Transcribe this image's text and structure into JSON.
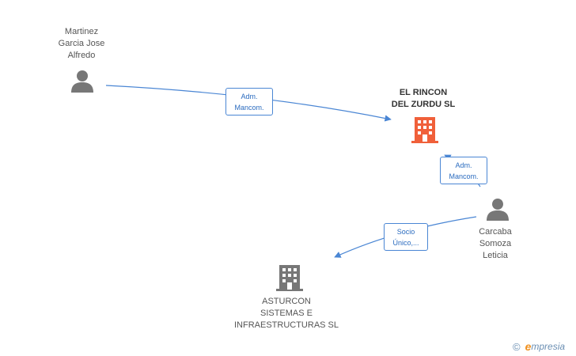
{
  "nodes": {
    "martinez": {
      "label": "Martinez\nGarcia Jose\nAlfredo",
      "icon": "person-icon",
      "color": "#777777"
    },
    "rincon": {
      "label": "EL RINCON\nDEL ZURDU SL",
      "icon": "building-icon",
      "color": "#f0603a"
    },
    "carcaba": {
      "label": "Carcaba\nSomoza\nLeticia",
      "icon": "person-icon",
      "color": "#777777"
    },
    "asturcon": {
      "label": "ASTURCON\nSISTEMAS E\nINFRAESTRUCTURAS SL",
      "icon": "building-icon",
      "color": "#777777"
    }
  },
  "edges": [
    {
      "from": "martinez",
      "to": "rincon",
      "label": "Adm.\nMancom."
    },
    {
      "from": "carcaba",
      "to": "rincon",
      "label": "Adm.\nMancom."
    },
    {
      "from": "carcaba",
      "to": "asturcon",
      "label": "Socio\nÚnico,..."
    }
  ],
  "edge_color": "#4a86d4",
  "brand": {
    "copyright": "©",
    "e": "e",
    "rest": "mpresia"
  }
}
